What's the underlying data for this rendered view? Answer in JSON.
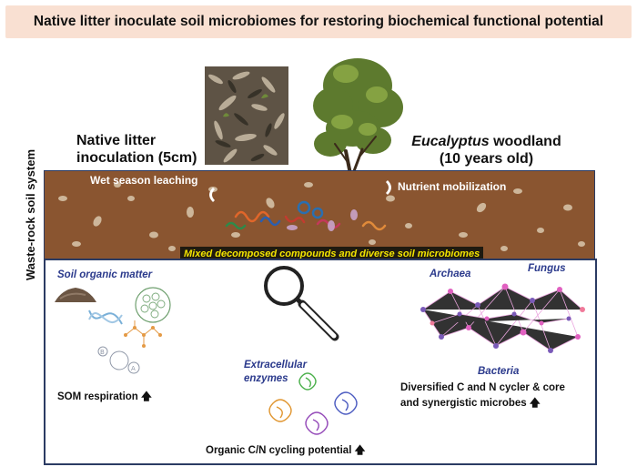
{
  "banner": {
    "title": "Native litter inoculate soil microbiomes for restoring biochemical functional potential"
  },
  "top_labels": {
    "native_litter": "Native litter inoculation (5cm)",
    "woodland_italic": "Eucalyptus",
    "woodland_rest": " woodland (10 years old)"
  },
  "soil": {
    "side_label": "Waste-rock soil system",
    "wet_season": "Wet season leaching",
    "nutrient": "Nutrient mobilization",
    "mixed": "Mixed decomposed compounds and diverse soil microbiomes"
  },
  "panel": {
    "som_title": "Soil organic matter",
    "som_respiration": "SOM respiration",
    "enzymes_title": "Extracellular enzymes",
    "cycling": "Organic C/N cycling potential",
    "archaea": "Archaea",
    "fungus": "Fungus",
    "bacteria": "Bacteria",
    "diversified": "Diversified C and N cycler & core and synergistic microbes"
  },
  "colors": {
    "banner_bg": "#f9e0d2",
    "soil_bg": "#8a5530",
    "frame": "#2b3b63",
    "italic_label": "#2b3a8c",
    "mixed_text": "#f3e500"
  }
}
